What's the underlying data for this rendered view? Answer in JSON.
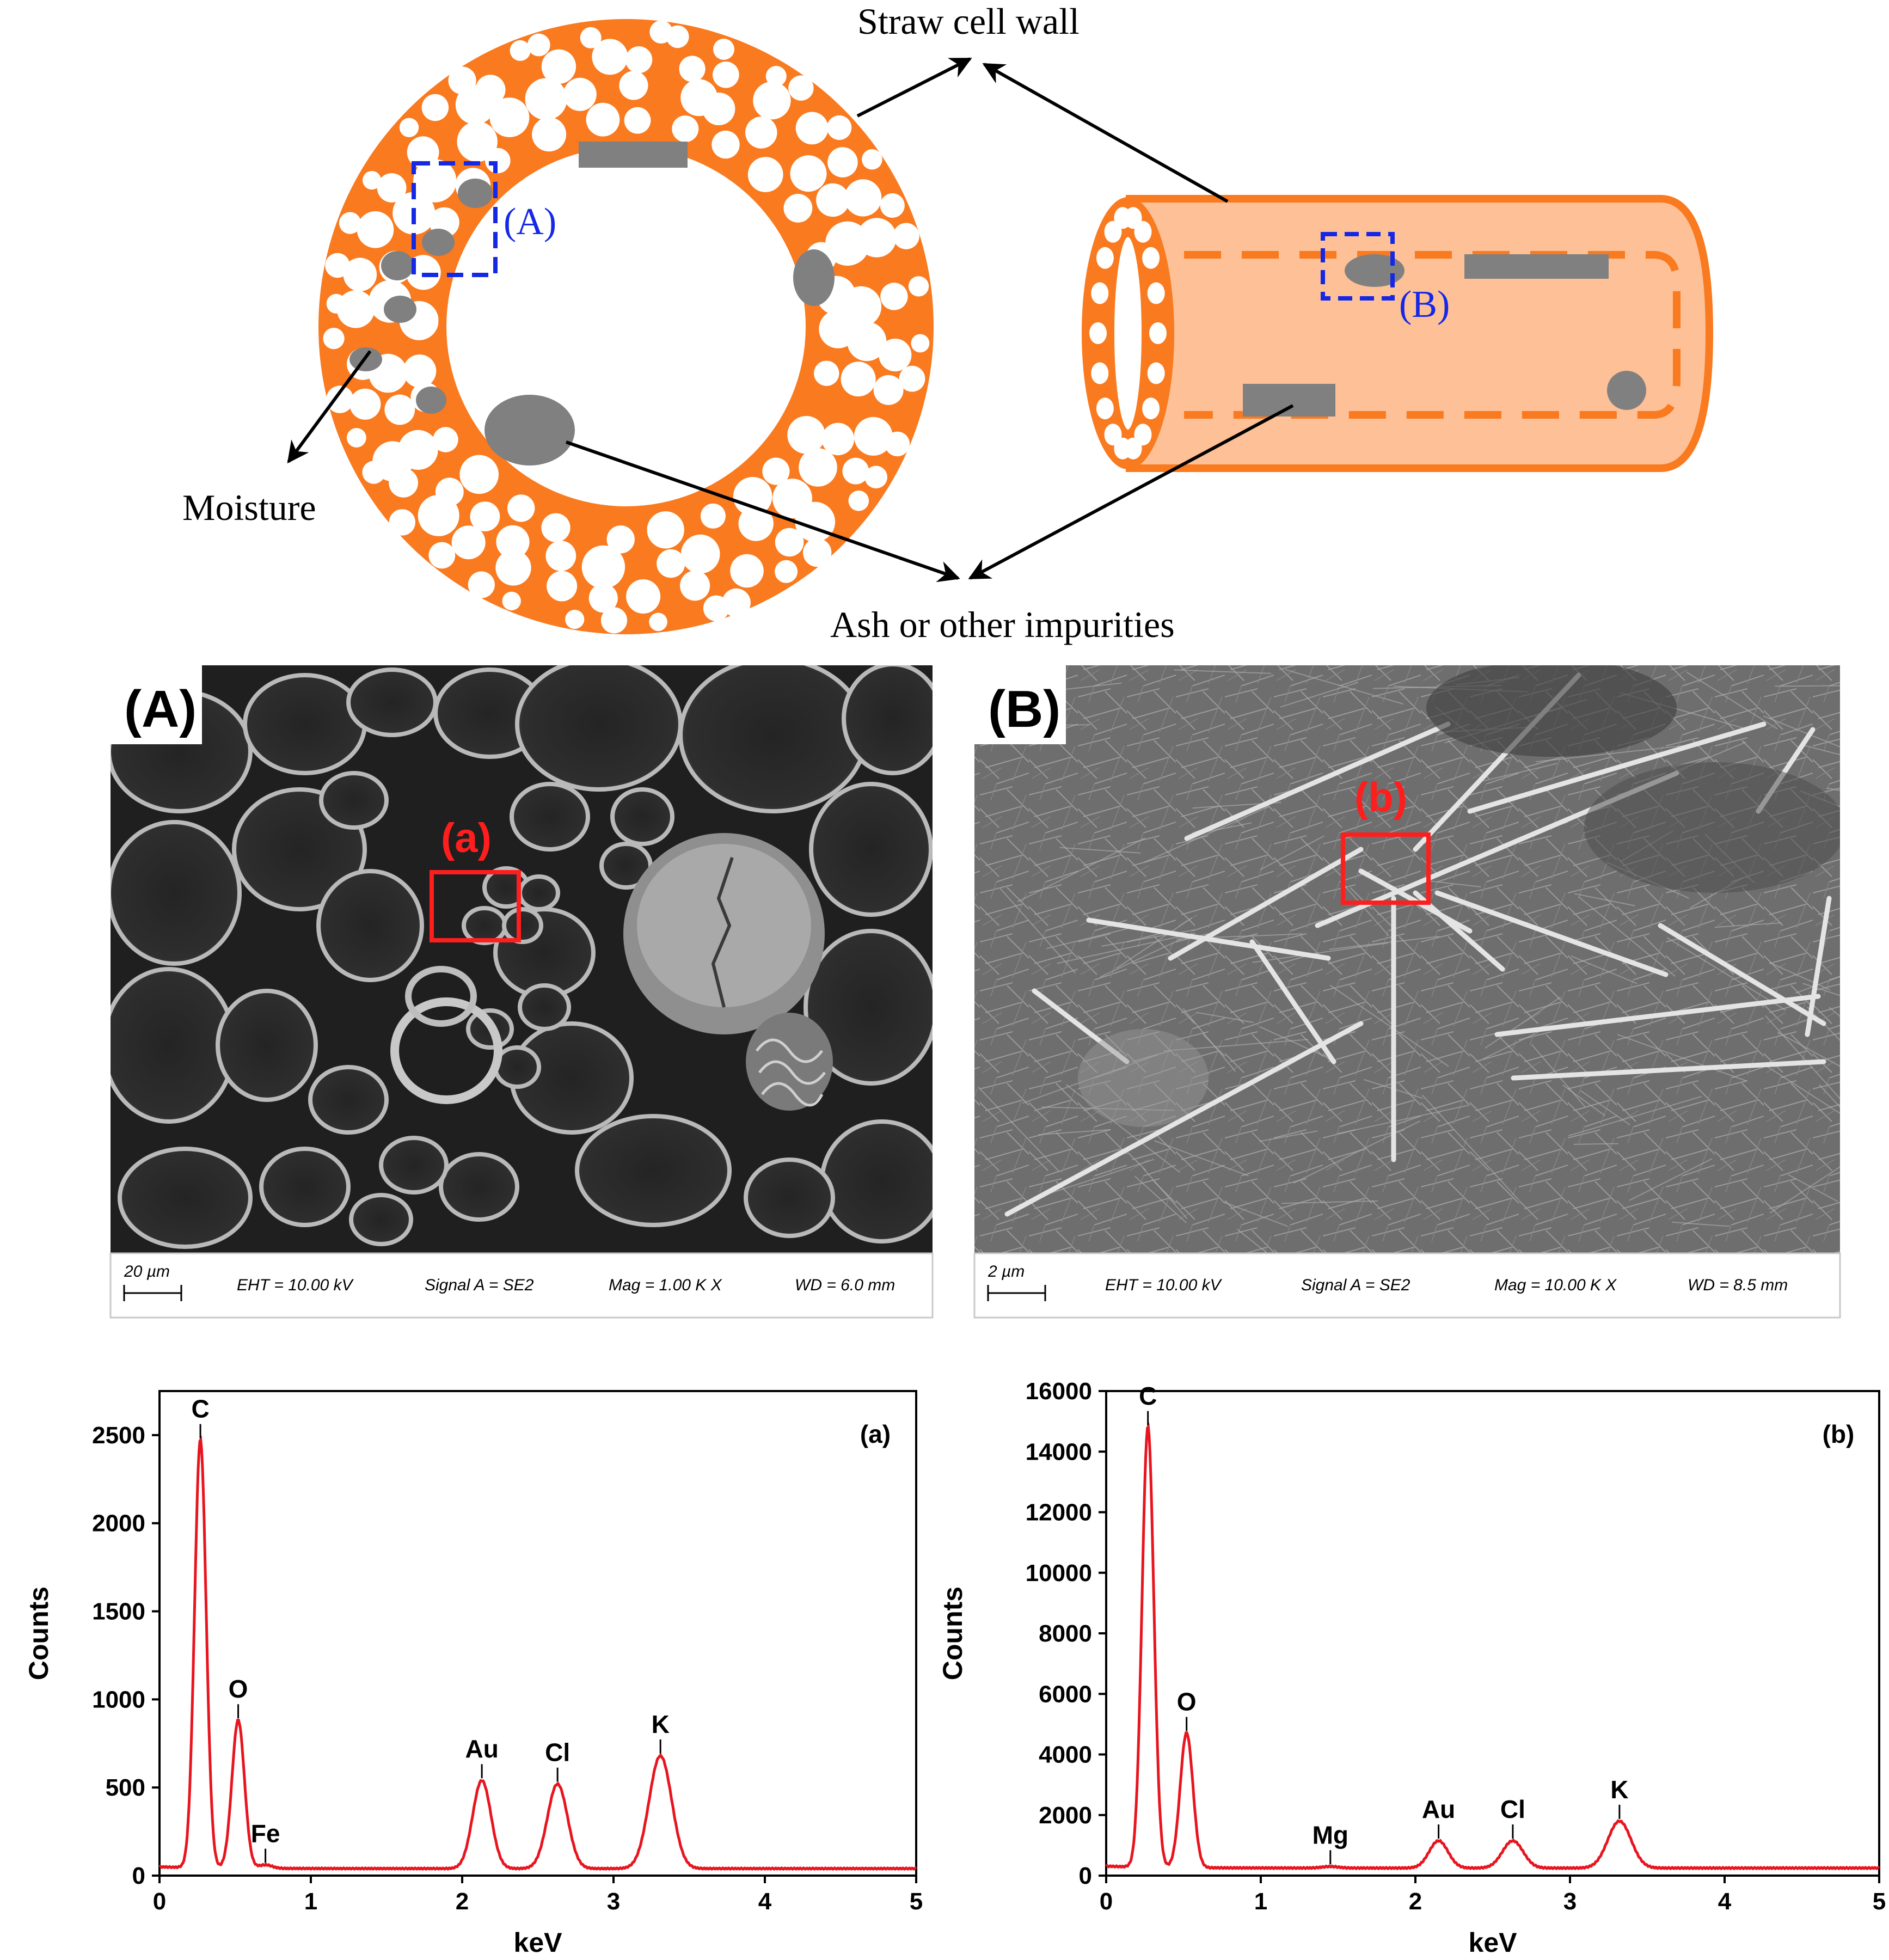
{
  "schematic": {
    "label_cell_wall": "Straw cell wall",
    "label_moisture": "Moisture",
    "label_ash": "Ash or other impurities",
    "label_region_A": "(A)",
    "label_region_B": "(B)",
    "colors": {
      "wall_orange": "#f97a1f",
      "tube_fill": "#fdc097",
      "pore": "#ffffff",
      "impurity": "#808080",
      "region_box": "#1428e6"
    }
  },
  "sem": [
    {
      "panel_label": "(A)",
      "roi_label": "(a)",
      "scale_bar": "20 µm",
      "eht": "EHT = 10.00 kV",
      "signal": "Signal A = SE2",
      "mag": "Mag =    1.00 K X",
      "wd": "WD =  6.0 mm"
    },
    {
      "panel_label": "(B)",
      "roi_label": "(b)",
      "scale_bar": "2 µm",
      "eht": "EHT = 10.00 kV",
      "signal": "Signal A = SE2",
      "mag": "Mag =    10.00 K X",
      "wd": "WD =  8.5 mm"
    }
  ],
  "chart_data": [
    {
      "type": "line",
      "panel_label": "(a)",
      "xlabel": "keV",
      "ylabel": "Counts",
      "xlim": [
        0,
        5
      ],
      "ylim": [
        0,
        2750
      ],
      "xticks": [
        0,
        1,
        2,
        3,
        4,
        5
      ],
      "yticks": [
        0,
        500,
        1000,
        1500,
        2000,
        2500
      ],
      "grid": false,
      "line_color": "#e8141e",
      "baseline": 40,
      "peaks": [
        {
          "label": "C",
          "x": 0.27,
          "y": 2470
        },
        {
          "label": "O",
          "x": 0.52,
          "y": 880
        },
        {
          "label": "Fe",
          "x": 0.7,
          "y": 60
        },
        {
          "label": "Au",
          "x": 2.13,
          "y": 540
        },
        {
          "label": "Cl",
          "x": 2.63,
          "y": 520
        },
        {
          "label": "K",
          "x": 3.31,
          "y": 680
        }
      ]
    },
    {
      "type": "line",
      "panel_label": "(b)",
      "xlabel": "keV",
      "ylabel": "Counts",
      "xlim": [
        0,
        5
      ],
      "ylim": [
        0,
        16000
      ],
      "xticks": [
        0,
        1,
        2,
        3,
        4,
        5
      ],
      "yticks": [
        0,
        2000,
        4000,
        6000,
        8000,
        10000,
        12000,
        14000,
        16000
      ],
      "grid": false,
      "line_color": "#e8141e",
      "baseline": 250,
      "peaks": [
        {
          "label": "C",
          "x": 0.27,
          "y": 14800
        },
        {
          "label": "O",
          "x": 0.52,
          "y": 4700
        },
        {
          "label": "Mg",
          "x": 1.45,
          "y": 300
        },
        {
          "label": "Au",
          "x": 2.15,
          "y": 1150
        },
        {
          "label": "Cl",
          "x": 2.63,
          "y": 1150
        },
        {
          "label": "K",
          "x": 3.32,
          "y": 1800
        }
      ]
    }
  ]
}
